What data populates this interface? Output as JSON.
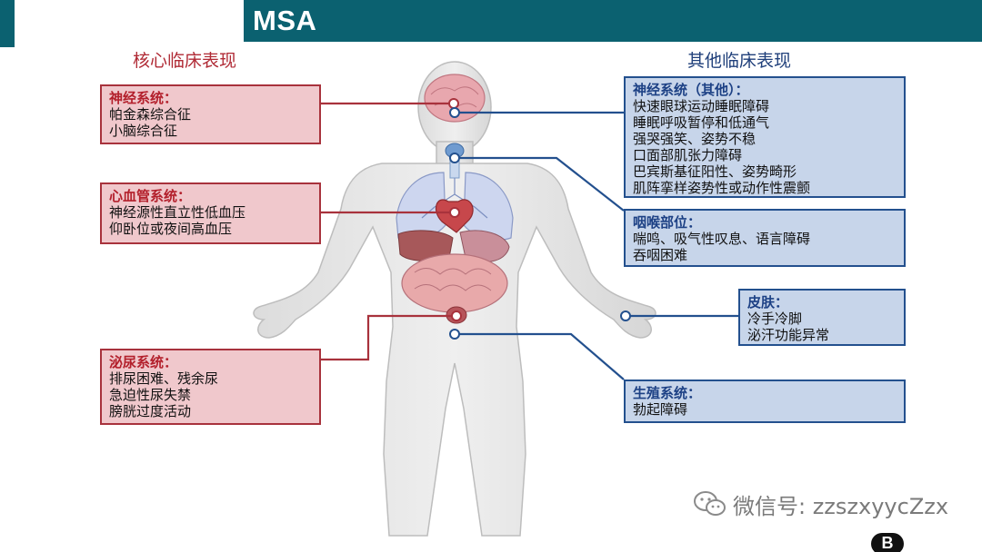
{
  "header": {
    "title": "MSA"
  },
  "sections": {
    "core_title": "核心临床表现",
    "other_title": "其他临床表现"
  },
  "core_boxes": {
    "neuro": {
      "header": "神经系统：",
      "lines": [
        "帕金森综合征",
        "小脑综合征"
      ]
    },
    "cardio": {
      "header": "心血管系统：",
      "lines": [
        "神经源性直立性低血压",
        "仰卧位或夜间高血压"
      ]
    },
    "urinary": {
      "header": "泌尿系统：",
      "lines": [
        "排尿困难、残余尿",
        "急迫性尿失禁",
        "膀胱过度活动"
      ]
    }
  },
  "other_boxes": {
    "neuro_other": {
      "header": "神经系统（其他）：",
      "lines": [
        "快速眼球运动睡眠障碍",
        "睡眠呼吸暂停和低通气",
        "强哭强笑、姿势不稳",
        "口面部肌张力障碍",
        "巴宾斯基征阳性、姿势畸形",
        "肌阵挛样姿势性或动作性震颤"
      ]
    },
    "throat": {
      "header": "咽喉部位：",
      "lines": [
        "喘鸣、吸气性叹息、语言障碍",
        "吞咽困难"
      ]
    },
    "skin": {
      "header": "皮肤：",
      "lines": [
        "冷手冷脚",
        "泌汗功能异常"
      ]
    },
    "repro": {
      "header": "生殖系统：",
      "lines": [
        "勃起障碍"
      ]
    }
  },
  "watermark": {
    "text": "微信号: zzszxyycZzx"
  },
  "badge": {
    "letter": "B"
  },
  "colors": {
    "header_bar": "#0b6170",
    "core_accent": "#a8323c",
    "core_fill": "#f0c8cc",
    "other_accent": "#23508e",
    "other_fill": "#c7d5ea"
  }
}
